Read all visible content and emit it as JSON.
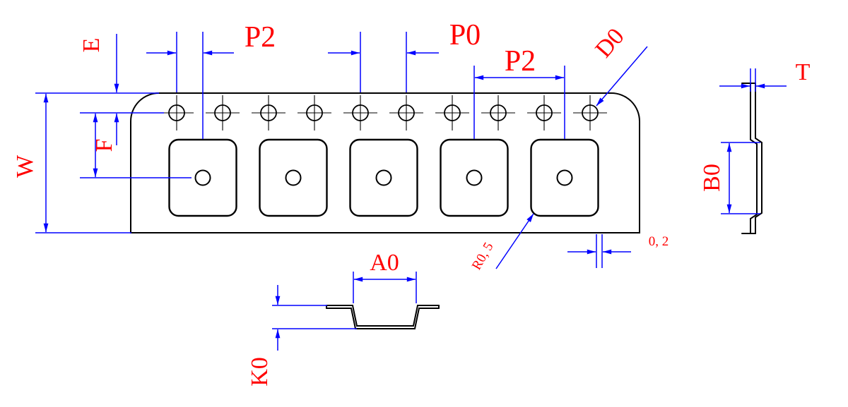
{
  "diagram": {
    "title": "Carrier tape packaging dimension drawing",
    "colors": {
      "outline": "#000000",
      "dim": "#0000ff",
      "label": "#ff0000",
      "bg": "#ffffff"
    },
    "tape": {
      "sprocket_hole_count": 10,
      "pocket_count": 5
    },
    "labels": {
      "w": "W",
      "e": "E",
      "f": "F",
      "p2_top": "P2",
      "p0": "P0",
      "p2_mid": "P2",
      "d0": "D0",
      "t": "T",
      "b0": "B0",
      "a0": "A0",
      "k0": "K0",
      "r05": "R0, 5",
      "zero2": "0, 2"
    }
  }
}
